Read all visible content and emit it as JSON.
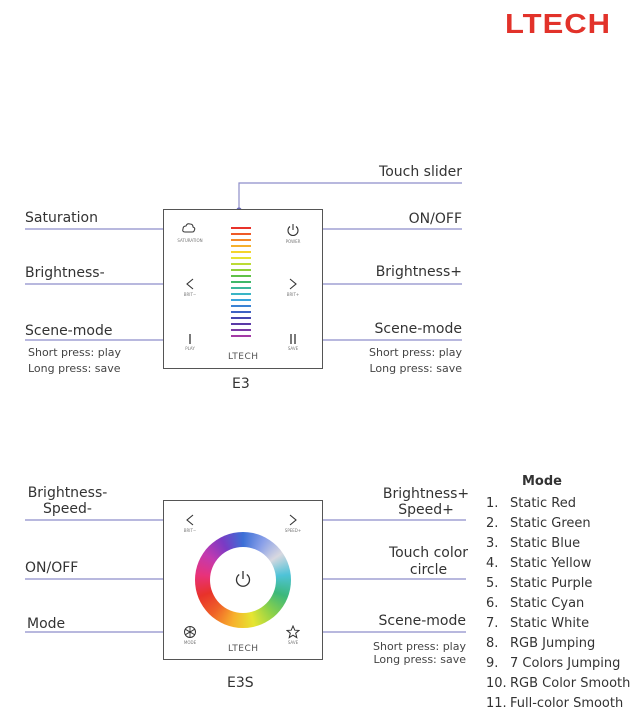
{
  "brand": "LTECH",
  "e3": {
    "caption": "E3",
    "brand_on_panel": "LTECH",
    "labels": {
      "touch_slider": "Touch slider",
      "saturation": "Saturation",
      "brightness_minus": "Brightness-",
      "scene_mode_left": "Scene-mode",
      "on_off": "ON/OFF",
      "brightness_plus": "Brightness+",
      "scene_mode_right": "Scene-mode",
      "short_press_left": "Short press: play",
      "long_press_left": "Long press: save",
      "short_press_right": "Short press: play",
      "long_press_right": "Long press: save"
    },
    "icon_captions": {
      "saturation": "SATURATION",
      "power": "POWER",
      "bright_minus": "BRIT−",
      "bright_plus": "BRIT+",
      "play": "PLAY",
      "save": "SAVE"
    },
    "slider_colors": [
      "#e8322a",
      "#ef5a28",
      "#f3892a",
      "#f6b02c",
      "#f4d42c",
      "#e6e231",
      "#bcdb35",
      "#8fd03b",
      "#5fc247",
      "#3fb868",
      "#3cb79a",
      "#3ab5c6",
      "#3aa3dd",
      "#3b82d4",
      "#3f62c4",
      "#4645b2",
      "#5b3aa8",
      "#7d3aa6",
      "#a43aa6"
    ]
  },
  "e3s": {
    "caption": "E3S",
    "brand_on_panel": "LTECH",
    "labels": {
      "brightness_speed_minus_1": "Brightness-",
      "brightness_speed_minus_2": "Speed-",
      "on_off": "ON/OFF",
      "mode": "Mode",
      "brightness_speed_plus_1": "Brightness+",
      "brightness_speed_plus_2": "Speed+",
      "touch_color_circle_1": "Touch color",
      "touch_color_circle_2": "circle",
      "scene_mode": "Scene-mode",
      "short_press": "Short press: play",
      "long_press": "Long press: save"
    },
    "icon_captions": {
      "bright_minus": "BRIT−",
      "bright_plus": "SPEED+",
      "mode": "MODE",
      "save": "SAVE"
    }
  },
  "modes": {
    "title": "Mode",
    "items": [
      {
        "num": "1.",
        "text": "Static Red"
      },
      {
        "num": "2.",
        "text": "Static Green"
      },
      {
        "num": "3.",
        "text": "Static Blue"
      },
      {
        "num": "4.",
        "text": "Static Yellow"
      },
      {
        "num": "5.",
        "text": "Static Purple"
      },
      {
        "num": "6.",
        "text": "Static Cyan"
      },
      {
        "num": "7.",
        "text": "Static White"
      },
      {
        "num": "8.",
        "text": "RGB Jumping"
      },
      {
        "num": "9.",
        "text": "7 Colors Jumping"
      },
      {
        "num": "10.",
        "text": "RGB Color Smooth"
      },
      {
        "num": "11.",
        "text": "Full-color Smooth"
      }
    ]
  },
  "colors": {
    "brand": "#e2322a",
    "line": "#8e8ec9",
    "dot": "#6b6bb8"
  }
}
